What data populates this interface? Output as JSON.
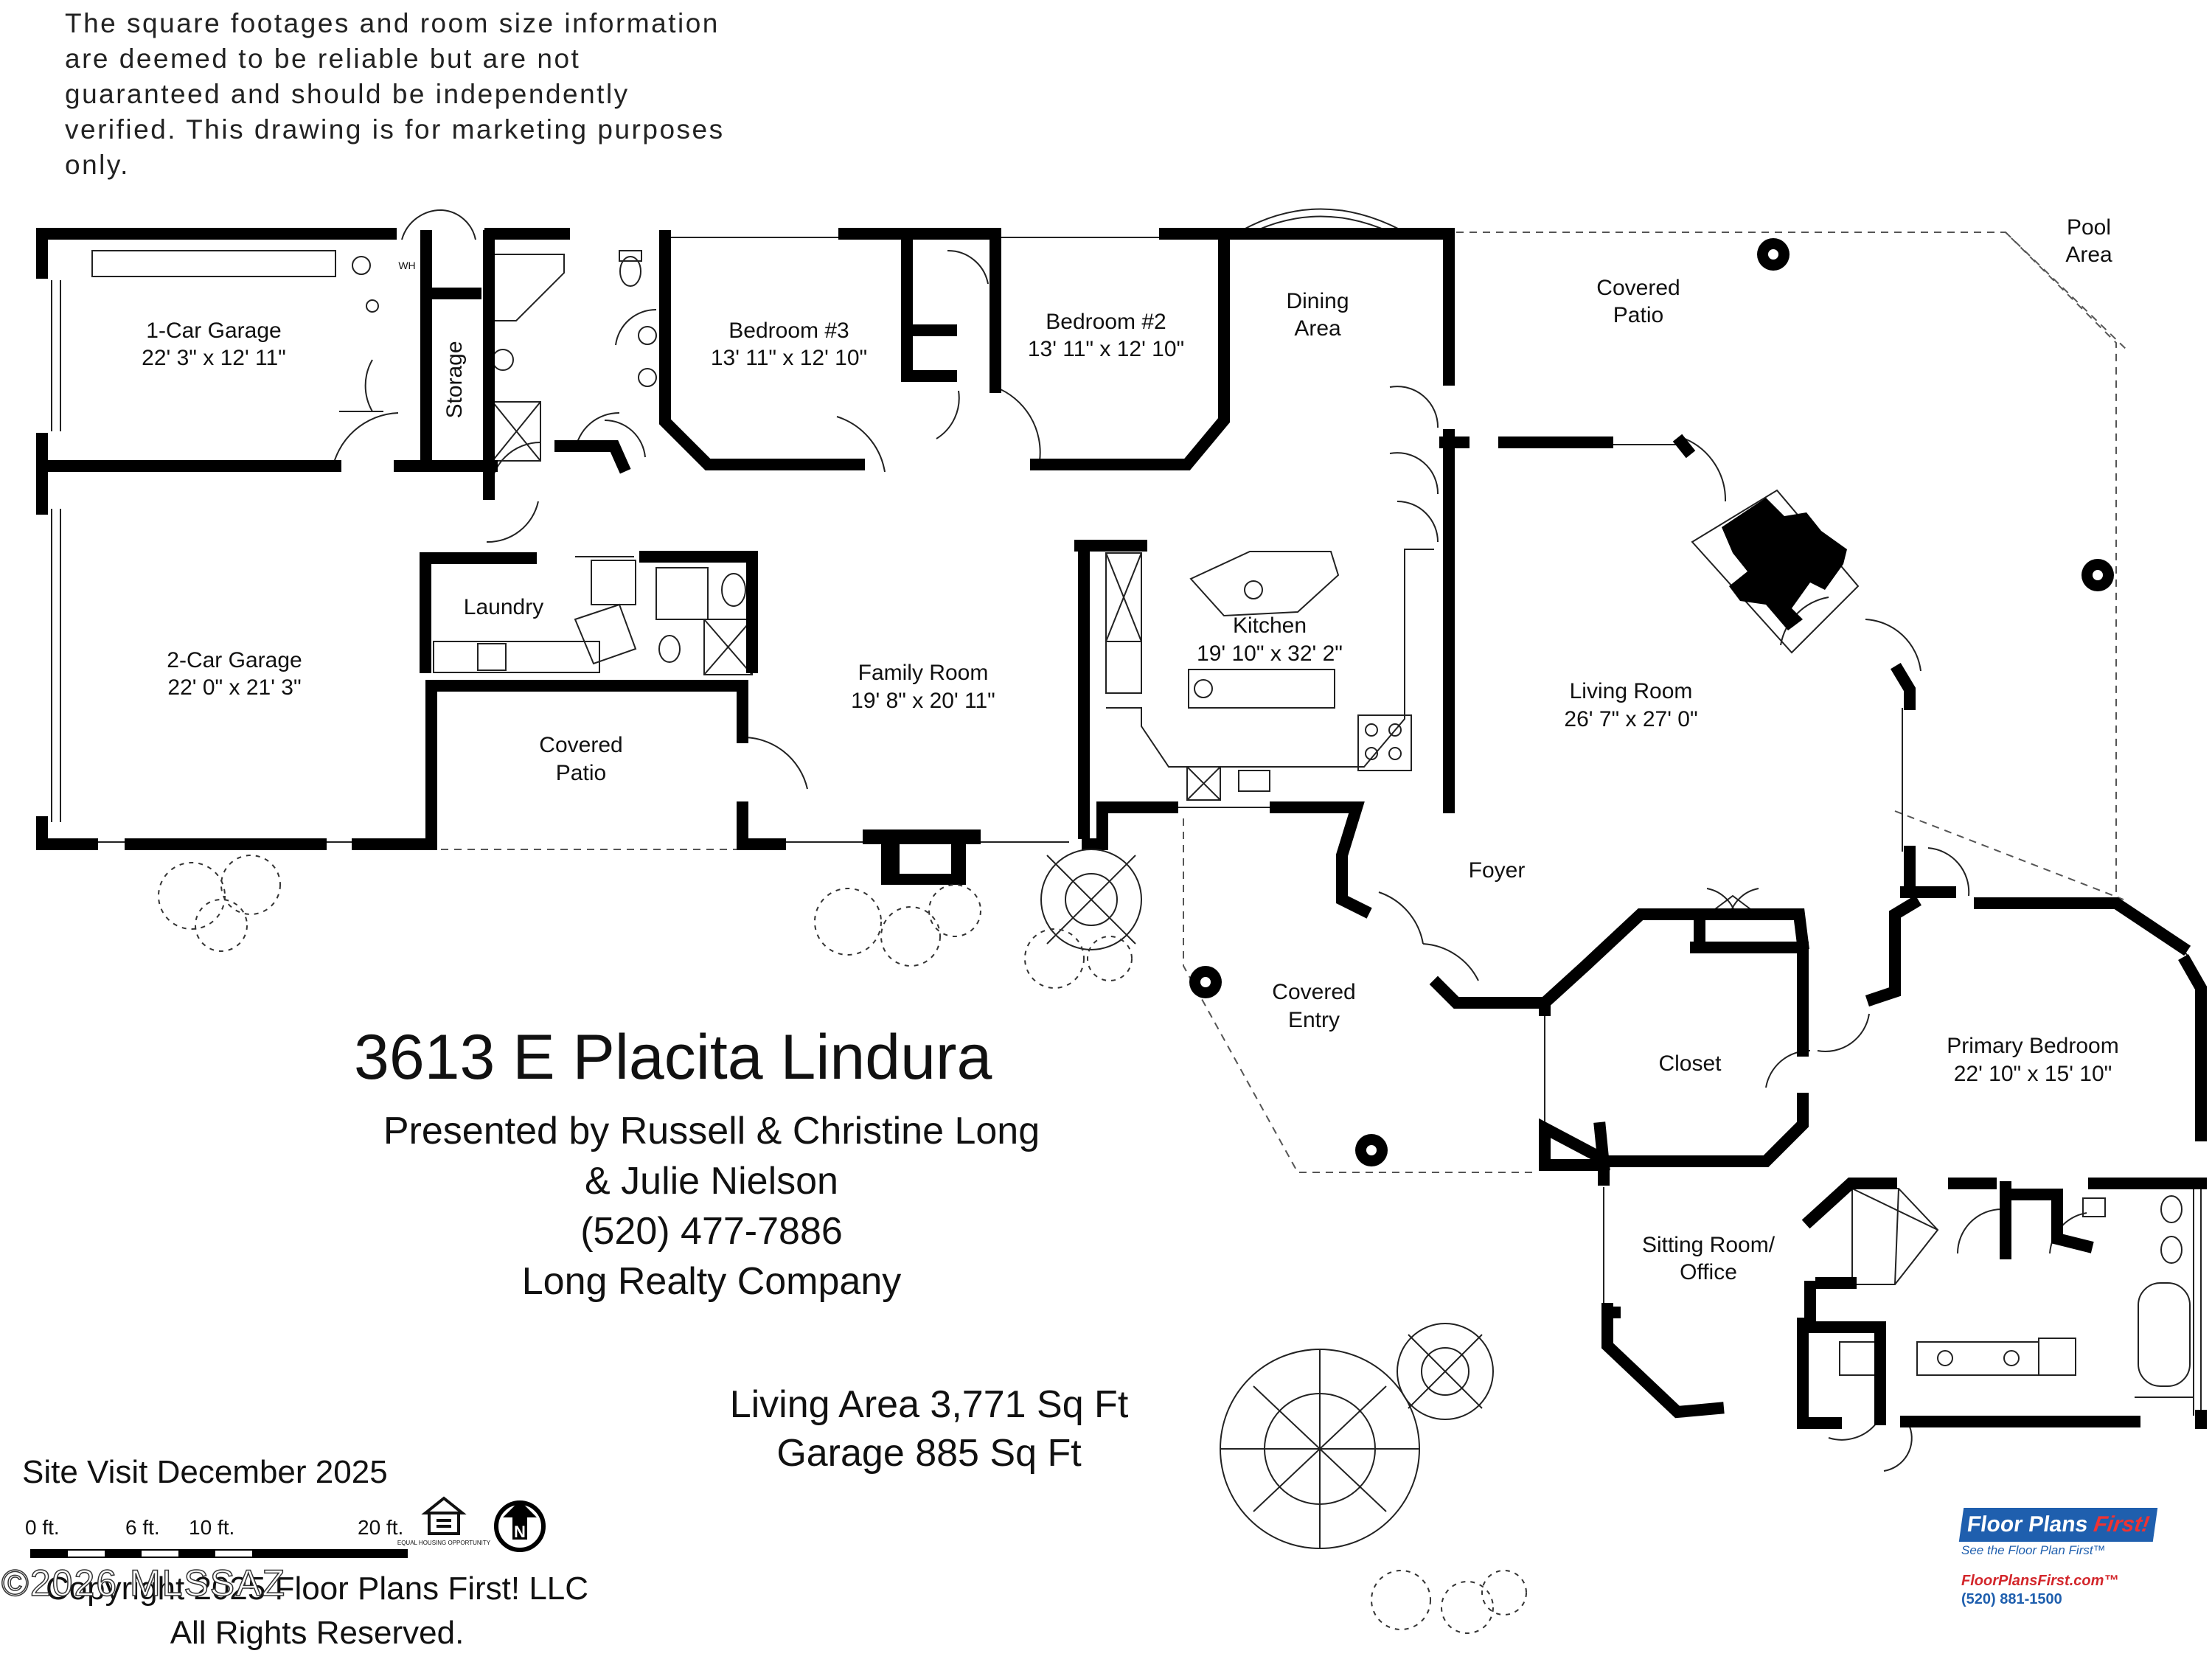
{
  "disclaimer": "The square footages and room size information are deemed to be reliable but are not guaranteed and should be independently verified. This drawing is for marketing purposes only.",
  "rooms": {
    "garage1_name": "1-Car Garage",
    "garage1_size": "22' 3\" x 12' 11\"",
    "storage": "Storage",
    "wh": "WH",
    "bed3_name": "Bedroom #3",
    "bed3_size": "13' 11\" x 12' 10\"",
    "bed2_name": "Bedroom #2",
    "bed2_size": "13' 11\" x 12' 10\"",
    "dining_1": "Dining",
    "dining_2": "Area",
    "cov_patio_top_1": "Covered",
    "cov_patio_top_2": "Patio",
    "pool_1": "Pool",
    "pool_2": "Area",
    "garage2_name": "2-Car Garage",
    "garage2_size": "22' 0\" x 21' 3\"",
    "laundry": "Laundry",
    "cov_patio_left_1": "Covered",
    "cov_patio_left_2": "Patio",
    "family_name": "Family Room",
    "family_size": "19' 8\" x 20' 11\"",
    "kitchen_name": "Kitchen",
    "kitchen_size": "19' 10\" x 32' 2\"",
    "living_name": "Living Room",
    "living_size": "26' 7\" x 27' 0\"",
    "foyer": "Foyer",
    "cov_entry_1": "Covered",
    "cov_entry_2": "Entry",
    "closet": "Closet",
    "primary_name": "Primary Bedroom",
    "primary_size": "22' 10\" x 15' 10\"",
    "sitting_1": "Sitting Room/",
    "sitting_2": "Office"
  },
  "title": "3613 E Placita Lindura",
  "presented": {
    "line1": "Presented by Russell & Christine Long",
    "line2": "& Julie Nielson",
    "line3": "(520) 477-7886",
    "line4": "Long Realty Company"
  },
  "areas": {
    "living": "Living Area 3,771 Sq Ft",
    "garage": "Garage 885 Sq Ft"
  },
  "site_visit": "Site Visit December 2025",
  "scale": {
    "t0": "0 ft.",
    "t6": "6 ft.",
    "t10": "10 ft.",
    "t20": "20 ft."
  },
  "equal_housing": "EQUAL HOUSING OPPORTUNITY",
  "north": "N",
  "copyright": {
    "line1": "Copyright 2025 Floor Plans First! LLC",
    "line2": "All Rights Reserved."
  },
  "watermark": "©2026 MLSSAZ",
  "brand": {
    "name": "Floor Plans",
    "name_accent": "First!",
    "tagline": "See the Floor Plan First™",
    "url": "FloorPlansFirst.com™",
    "phone": "(520) 881-1500"
  },
  "colors": {
    "wall": "#000000",
    "brand_blue": "#1f5fae",
    "brand_red": "#d3262b"
  }
}
